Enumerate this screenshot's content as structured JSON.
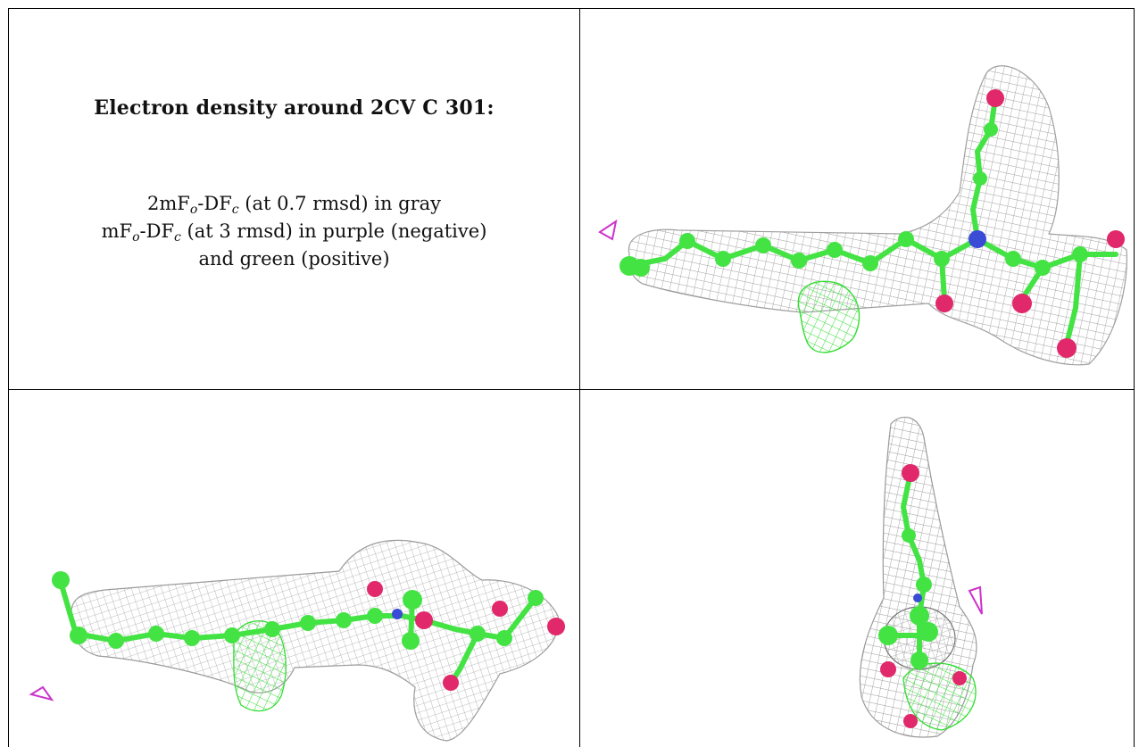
{
  "caption": {
    "title": "Electron density around 2CV C 301:",
    "line1": {
      "pre": "2mF",
      "sub1": "o",
      "mid": "-DF",
      "sub2": "c",
      "post": " (at 0.7 rmsd) in gray"
    },
    "line2": {
      "pre": "mF",
      "sub1": "o",
      "mid": "-DF",
      "sub2": "c",
      "post": " (at 3 rmsd) in purple (negative)"
    },
    "line3": "and green (positive)"
  },
  "colors": {
    "density_2fofc": "#9a9a9a",
    "positive": "#33dd33",
    "negative": "#cc33cc",
    "carbon": "#44e344",
    "oxygen": "#e0286a",
    "nitrogen": "#3a4bd6"
  },
  "views": [
    {
      "name": "view-top-right"
    },
    {
      "name": "view-bottom-left"
    },
    {
      "name": "view-bottom-right"
    }
  ]
}
